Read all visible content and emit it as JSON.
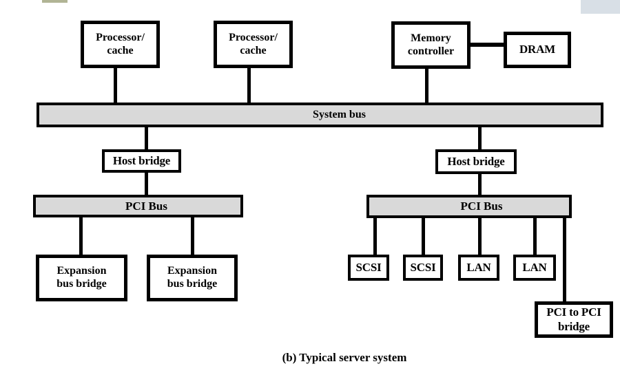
{
  "artifacts": {
    "top_left_fragment": "folder-icon-fragment",
    "top_left_color": "#b1b495",
    "top_right_fragment": "window-ui-fragment",
    "top_right_color": "#d8dfe6"
  },
  "diagram": {
    "caption": "(b) Typical server system",
    "colors": {
      "bus_fill": "#d9d9d9",
      "line": "#000000",
      "box_fill": "#ffffff",
      "background": "#ffffff"
    },
    "nodes": {
      "processor_cache_1": {
        "label": "Processor/\ncache"
      },
      "processor_cache_2": {
        "label": "Processor/\ncache"
      },
      "memory_controller": {
        "label": "Memory\ncontroller"
      },
      "dram": {
        "label": "DRAM"
      },
      "host_bridge_left": {
        "label": "Host bridge"
      },
      "host_bridge_right": {
        "label": "Host bridge"
      },
      "expansion_bus_bridge_1": {
        "label": "Expansion\nbus bridge"
      },
      "expansion_bus_bridge_2": {
        "label": "Expansion\nbus bridge"
      },
      "scsi_1": {
        "label": "SCSI"
      },
      "scsi_2": {
        "label": "SCSI"
      },
      "lan_1": {
        "label": "LAN"
      },
      "lan_2": {
        "label": "LAN"
      },
      "pci_to_pci_bridge": {
        "label": "PCI to PCI\nbridge"
      }
    },
    "buses": {
      "system_bus": {
        "label": "System bus"
      },
      "pci_bus_left": {
        "label": "PCI Bus"
      },
      "pci_bus_right": {
        "label": "PCI Bus"
      }
    }
  }
}
